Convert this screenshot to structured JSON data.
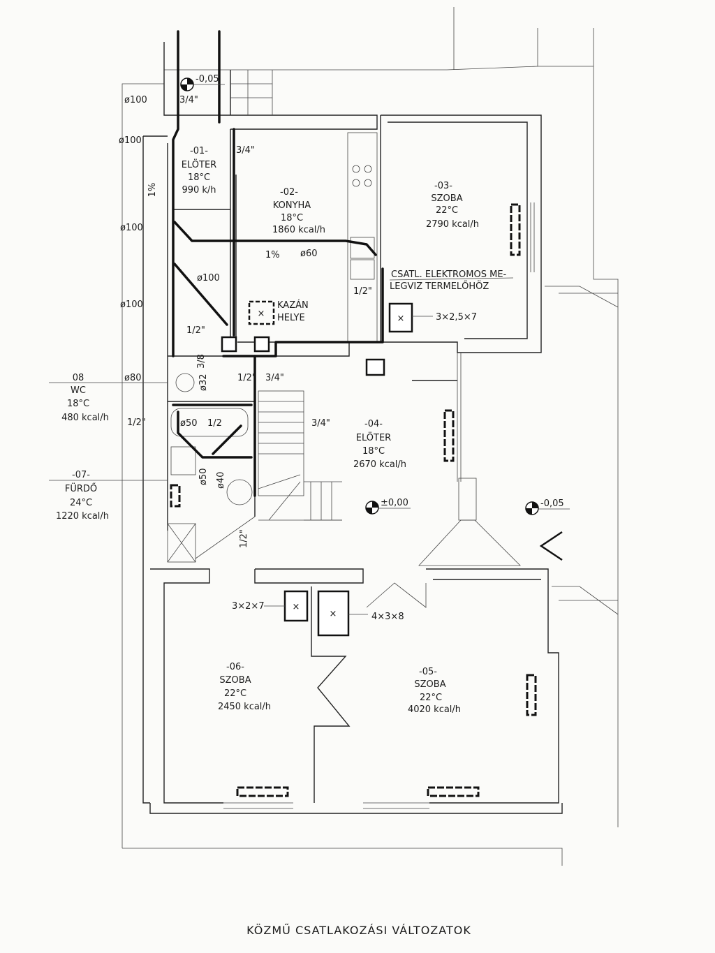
{
  "title": "KÖZMŰ CSATLAKOZÁSI VÁLTOZATOK",
  "levels": {
    "top": "-0,05",
    "entrance": "±0,00",
    "terrace": "-0,05"
  },
  "rooms": [
    {
      "number": "-01-",
      "name": "ELÖTER",
      "temp": "18°C",
      "load": "990 k/h"
    },
    {
      "number": "-02-",
      "name": "KONYHA",
      "temp": "18°C",
      "load": "1860 kcal/h"
    },
    {
      "number": "-03-",
      "name": "SZOBA",
      "temp": "22°C",
      "load": "2790 kcal/h"
    },
    {
      "number": "-04-",
      "name": "ELÖTER",
      "temp": "18°C",
      "load": "2670 kcal/h"
    },
    {
      "number": "-05-",
      "name": "SZOBA",
      "temp": "22°C",
      "load": "4020 kcal/h"
    },
    {
      "number": "-06-",
      "name": "SZOBA",
      "temp": "22°C",
      "load": "2450 kcal/h"
    },
    {
      "number": "-07-",
      "name": "FÜRDŐ",
      "temp": "24°C",
      "load": "1220 kcal/h"
    },
    {
      "number": "08",
      "name": "WC",
      "temp": "18°C",
      "load": "480 kcal/h"
    }
  ],
  "pipe_labels": {
    "d100_a": "ø100",
    "d100_b": "ø100",
    "d100_c": "ø100",
    "d100_d": "ø100",
    "d100_e": "ø100",
    "top_34": "3/4\"",
    "kitchen_34": "3/4\"",
    "slope_a": "1%",
    "slope_b": "1%",
    "d60": "ø60",
    "boiler_12": "1/2\"",
    "sink_12": "1/2\"",
    "d80": "ø80",
    "d32": "ø32",
    "w38": "3/8",
    "wc_12": "1/2\"",
    "wc_34": "3/4\"",
    "bath_12a": "1/2\"",
    "d50a": "ø50",
    "bath_12b": "1/2",
    "hall_34": "3/4\"",
    "d50b": "ø50",
    "d40": "ø40",
    "stair_12": "1/2\""
  },
  "boiler": {
    "line1": "KAZÁN",
    "line2": "HELYE"
  },
  "electric_note": {
    "line1": "CSATL. ELEKTROMOS ME-",
    "line2": "LEGVIZ TERMELŐHÖZ"
  },
  "chimneys": {
    "room03": "3×2,5×7",
    "room06": "3×2×7",
    "room05": "4×3×8"
  }
}
